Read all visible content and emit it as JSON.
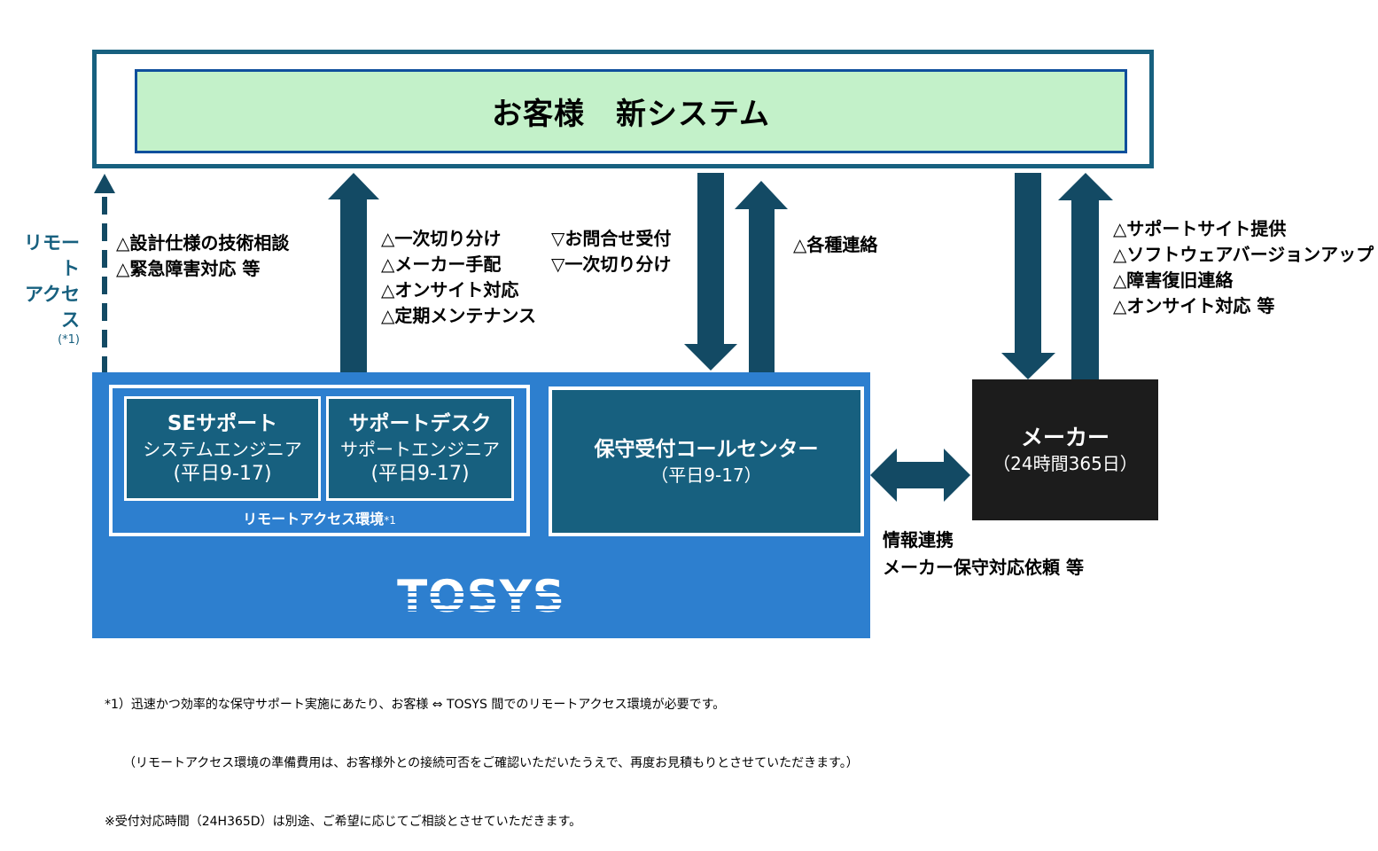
{
  "customer": {
    "title": "お客様　新システム"
  },
  "remote_access": {
    "line1": "リモート",
    "line2": "アクセス",
    "footnote_ref": "(*1)"
  },
  "notes": {
    "se_support": [
      "△設計仕様の技術相談",
      "△緊急障害対応 等"
    ],
    "support_desk": [
      "△一次切り分け",
      "△メーカー手配",
      "△オンサイト対応",
      "△定期メンテナンス"
    ],
    "call_center_down": [
      "▽お問合せ受付",
      "▽一次切り分け"
    ],
    "call_center_up": [
      "△各種連絡"
    ],
    "maker_up": [
      "△サポートサイト提供",
      "△ソフトウェアバージョンアップ",
      "△障害復旧連絡",
      "△オンサイト対応 等"
    ],
    "link": [
      "情報連携",
      "メーカー保守対応依頼 等"
    ]
  },
  "tosys": {
    "logo_text": "TOSYS",
    "remote_env_label": "リモートアクセス環境",
    "remote_env_ref": "*1",
    "se_box": {
      "title": "SEサポート",
      "role": "システムエンジニア",
      "hours": "(平日9-17)"
    },
    "desk_box": {
      "title": "サポートデスク",
      "role": "サポートエンジニア",
      "hours": "(平日9-17)"
    },
    "call_center": {
      "title": "保守受付コールセンター",
      "hours": "（平日9-17）"
    }
  },
  "maker": {
    "title": "メーカー",
    "hours": "（24時間365日）"
  },
  "footnotes": [
    "*1）迅速かつ効率的な保守サポート実施にあたり、お客様 ⇔ TOSYS 間でのリモートアクセス環境が必要です。",
    "　　（リモートアクセス環境の準備費用は、お客様外との接続可否をご確認いただいたうえで、再度お見積もりとさせていただきます。）",
    "※受付対応時間（24H365D）は別途、ご希望に応じてご相談とさせていただきます。"
  ],
  "colors": {
    "arrow": "#134a64",
    "teal": "#17607f",
    "tosys_blue": "#2d7fcf",
    "customer_fill": "#c3f1c9",
    "maker_fill": "#1c1c1c"
  }
}
